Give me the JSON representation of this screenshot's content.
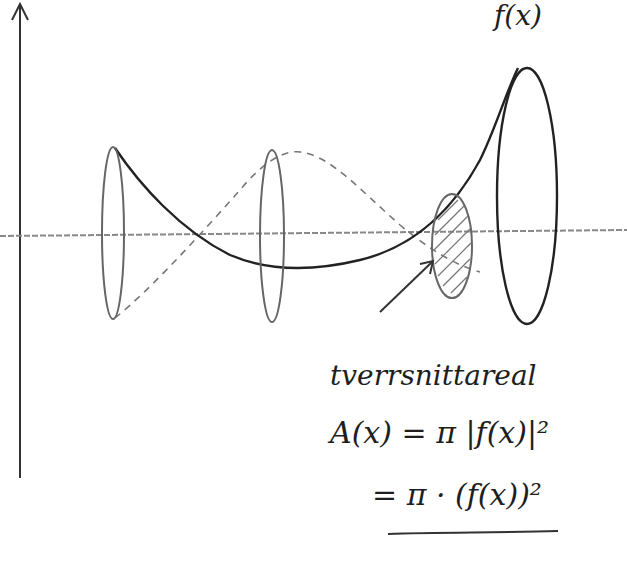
{
  "diagram": {
    "labels": [
      "f(x)",
      "tverrsnittareal",
      "A(x) = π |f(x)|²",
      "= π · (f(x))²"
    ]
  }
}
